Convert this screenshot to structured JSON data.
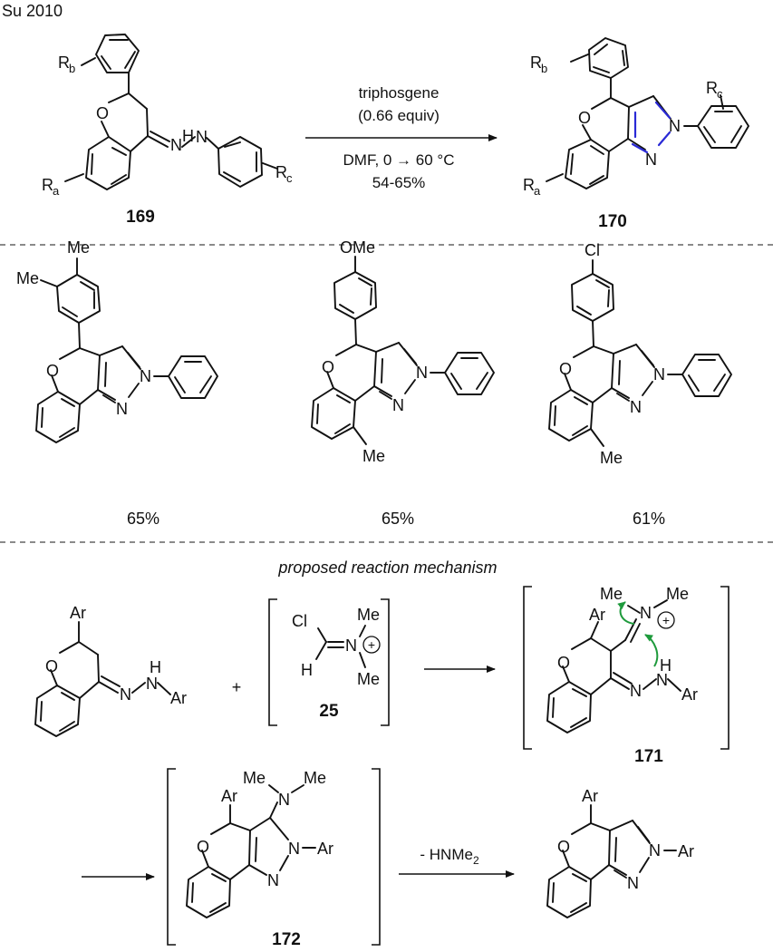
{
  "header": {
    "citation": "Su 2010"
  },
  "top_reaction": {
    "reagent": "triphosgene",
    "equiv": "(0.66 equiv)",
    "conditions": "DMF, 0 → 60 °C",
    "yield_range": "54-65%",
    "start_label": "169",
    "product_label": "170"
  },
  "atoms": {
    "O": "O",
    "N": "N",
    "H": "H",
    "Ar": "Ar",
    "Cl": "Cl",
    "Me": "Me",
    "OMe": "OMe",
    "R": "R",
    "a": "a",
    "b": "b",
    "c": "c",
    "plus_charge": "+"
  },
  "examples": [
    {
      "substituent": "Me",
      "yield": "65%"
    },
    {
      "substituent": "OMe",
      "yield": "65%"
    },
    {
      "substituent": "Cl",
      "yield": "61%"
    }
  ],
  "mechanism": {
    "title": "proposed reaction mechanism",
    "plus": "+",
    "reagent_label": "25",
    "intermediate1_label": "171",
    "intermediate2_label": "172",
    "elimination": "- HNMe",
    "elimination_sub": "2"
  },
  "colors": {
    "new_bonds": "#2a2ad6",
    "curly_arrows": "#1e9a3c"
  }
}
